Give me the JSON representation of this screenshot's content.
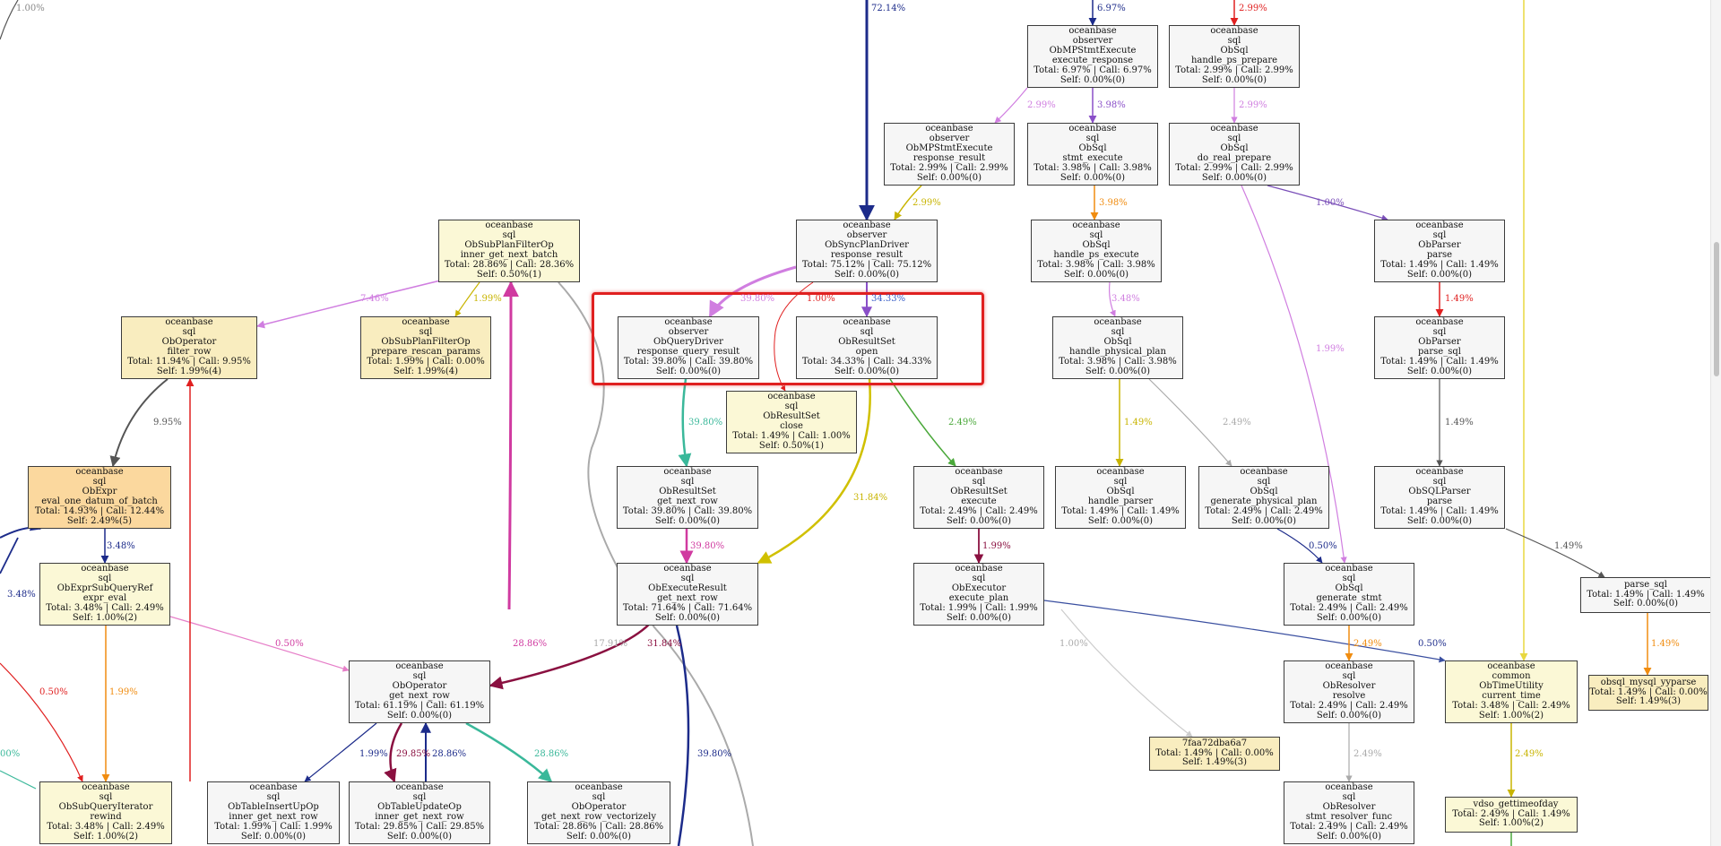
{
  "colors": {
    "highlight": "#e02020",
    "node_border": "#3c3c3c",
    "node_fill_default": "#f6f6f6",
    "node_fill_pale_yellow": "#fbf8d6",
    "node_fill_yellow": "#f9edbf",
    "node_fill_orange": "#fbd89e"
  },
  "nodes": [
    {
      "id": "n_mpstmt_exec_resp",
      "lines": [
        "oceanbase",
        "observer",
        "ObMPStmtExecute",
        "execute_response",
        "Total: 6.97% | Call: 6.97%",
        "Self: 0.00%(0)"
      ],
      "fill": "gray"
    },
    {
      "id": "n_handle_ps_prepare",
      "lines": [
        "oceanbase",
        "sql",
        "ObSql",
        "handle_ps_prepare",
        "Total: 2.99% | Call: 2.99%",
        "Self: 0.00%(0)"
      ],
      "fill": "gray"
    },
    {
      "id": "n_mpstmt_resp_result",
      "lines": [
        "oceanbase",
        "observer",
        "ObMPStmtExecute",
        "response_result",
        "Total: 2.99% | Call: 2.99%",
        "Self: 0.00%(0)"
      ],
      "fill": "gray"
    },
    {
      "id": "n_stmt_execute",
      "lines": [
        "oceanbase",
        "sql",
        "ObSql",
        "stmt_execute",
        "Total: 3.98% | Call: 3.98%",
        "Self: 0.00%(0)"
      ],
      "fill": "gray"
    },
    {
      "id": "n_do_real_prepare",
      "lines": [
        "oceanbase",
        "sql",
        "ObSql",
        "do_real_prepare",
        "Total: 2.99% | Call: 2.99%",
        "Self: 0.00%(0)"
      ],
      "fill": "gray"
    },
    {
      "id": "n_subplan_inner",
      "lines": [
        "oceanbase",
        "sql",
        "ObSubPlanFilterOp",
        "inner_get_next_batch",
        "Total: 28.86% | Call: 28.36%",
        "Self: 0.50%(1)"
      ],
      "fill": "pale"
    },
    {
      "id": "n_sync_plan_driver",
      "lines": [
        "oceanbase",
        "observer",
        "ObSyncPlanDriver",
        "response_result",
        "Total: 75.12% | Call: 75.12%",
        "Self: 0.00%(0)"
      ],
      "fill": "gray"
    },
    {
      "id": "n_handle_ps_execute",
      "lines": [
        "oceanbase",
        "sql",
        "ObSql",
        "handle_ps_execute",
        "Total: 3.98% | Call: 3.98%",
        "Self: 0.00%(0)"
      ],
      "fill": "gray"
    },
    {
      "id": "n_obparser_parse",
      "lines": [
        "oceanbase",
        "sql",
        "ObParser",
        "parse",
        "Total: 1.49% | Call: 1.49%",
        "Self: 0.00%(0)"
      ],
      "fill": "gray"
    },
    {
      "id": "n_filter_row",
      "lines": [
        "oceanbase",
        "sql",
        "ObOperator",
        "filter_row",
        "Total: 11.94% | Call: 9.95%",
        "Self: 1.99%(4)"
      ],
      "fill": "yellow"
    },
    {
      "id": "n_prepare_rescan",
      "lines": [
        "oceanbase",
        "sql",
        "ObSubPlanFilterOp",
        "prepare_rescan_params",
        "Total: 1.99% | Call: 0.00%",
        "Self: 1.99%(4)"
      ],
      "fill": "yellow"
    },
    {
      "id": "n_query_driver",
      "lines": [
        "oceanbase",
        "observer",
        "ObQueryDriver",
        "response_query_result",
        "Total: 39.80% | Call: 39.80%",
        "Self: 0.00%(0)"
      ],
      "fill": "gray"
    },
    {
      "id": "n_resultset_open",
      "lines": [
        "oceanbase",
        "sql",
        "ObResultSet",
        "open",
        "Total: 34.33% | Call: 34.33%",
        "Self: 0.00%(0)"
      ],
      "fill": "gray"
    },
    {
      "id": "n_handle_physical_plan",
      "lines": [
        "oceanbase",
        "sql",
        "ObSql",
        "handle_physical_plan",
        "Total: 3.98% | Call: 3.98%",
        "Self: 0.00%(0)"
      ],
      "fill": "gray"
    },
    {
      "id": "n_parse_sql",
      "lines": [
        "oceanbase",
        "sql",
        "ObParser",
        "parse_sql",
        "Total: 1.49% | Call: 1.49%",
        "Self: 0.00%(0)"
      ],
      "fill": "gray"
    },
    {
      "id": "n_resultset_close",
      "lines": [
        "oceanbase",
        "sql",
        "ObResultSet",
        "close",
        "Total: 1.49% | Call: 1.00%",
        "Self: 0.50%(1)"
      ],
      "fill": "pale"
    },
    {
      "id": "n_eval_one_datum",
      "lines": [
        "oceanbase",
        "sql",
        "ObExpr",
        "eval_one_datum_of_batch",
        "Total: 14.93% | Call: 12.44%",
        "Self: 2.49%(5)"
      ],
      "fill": "orange"
    },
    {
      "id": "n_rs_get_next_row",
      "lines": [
        "oceanbase",
        "sql",
        "ObResultSet",
        "get_next_row",
        "Total: 39.80% | Call: 39.80%",
        "Self: 0.00%(0)"
      ],
      "fill": "gray"
    },
    {
      "id": "n_rs_execute",
      "lines": [
        "oceanbase",
        "sql",
        "ObResultSet",
        "execute",
        "Total: 2.49% | Call: 2.49%",
        "Self: 0.00%(0)"
      ],
      "fill": "gray"
    },
    {
      "id": "n_handle_parser",
      "lines": [
        "oceanbase",
        "sql",
        "ObSql",
        "handle_parser",
        "Total: 1.49% | Call: 1.49%",
        "Self: 0.00%(0)"
      ],
      "fill": "gray"
    },
    {
      "id": "n_gen_physical_plan",
      "lines": [
        "oceanbase",
        "sql",
        "ObSql",
        "generate_physical_plan",
        "Total: 2.49% | Call: 2.49%",
        "Self: 0.00%(0)"
      ],
      "fill": "gray"
    },
    {
      "id": "n_obsqlparser_parse",
      "lines": [
        "oceanbase",
        "sql",
        "ObSQLParser",
        "parse",
        "Total: 1.49% | Call: 1.49%",
        "Self: 0.00%(0)"
      ],
      "fill": "gray"
    },
    {
      "id": "n_subquery_ref",
      "lines": [
        "oceanbase",
        "sql",
        "ObExprSubQueryRef",
        "expr_eval",
        "Total: 3.48% | Call: 2.49%",
        "Self: 1.00%(2)"
      ],
      "fill": "pale"
    },
    {
      "id": "n_exec_result_next",
      "lines": [
        "oceanbase",
        "sql",
        "ObExecuteResult",
        "get_next_row",
        "Total: 71.64% | Call: 71.64%",
        "Self: 0.00%(0)"
      ],
      "fill": "gray"
    },
    {
      "id": "n_execute_plan",
      "lines": [
        "oceanbase",
        "sql",
        "ObExecutor",
        "execute_plan",
        "Total: 1.99% | Call: 1.99%",
        "Self: 0.00%(0)"
      ],
      "fill": "gray"
    },
    {
      "id": "n_generate_stmt",
      "lines": [
        "oceanbase",
        "sql",
        "ObSql",
        "generate_stmt",
        "Total: 2.49% | Call: 2.49%",
        "Self: 0.00%(0)"
      ],
      "fill": "gray"
    },
    {
      "id": "n_parse_sql_2",
      "lines": [
        "parse_sql",
        "Total: 1.49% | Call: 1.49%",
        "Self: 0.00%(0)"
      ],
      "fill": "gray"
    },
    {
      "id": "n_op_get_next_row",
      "lines": [
        "oceanbase",
        "sql",
        "ObOperator",
        "get_next_row",
        "Total: 61.19% | Call: 61.19%",
        "Self: 0.00%(0)"
      ],
      "fill": "gray"
    },
    {
      "id": "n_resolver_resolve",
      "lines": [
        "oceanbase",
        "sql",
        "ObResolver",
        "resolve",
        "Total: 2.49% | Call: 2.49%",
        "Self: 0.00%(0)"
      ],
      "fill": "gray"
    },
    {
      "id": "n_time_utility",
      "lines": [
        "oceanbase",
        "common",
        "ObTimeUtility",
        "current_time",
        "Total: 3.48% | Call: 2.49%",
        "Self: 1.00%(2)"
      ],
      "fill": "pale"
    },
    {
      "id": "n_yyparse",
      "lines": [
        "obsql_mysql_yyparse",
        "Total: 1.49% | Call: 0.00%",
        "Self: 1.49%(3)"
      ],
      "fill": "yellow"
    },
    {
      "id": "n_7faa",
      "lines": [
        "7faa72dba6a7",
        "Total: 1.49% | Call: 0.00%",
        "Self: 1.49%(3)"
      ],
      "fill": "yellow"
    },
    {
      "id": "n_subquery_iter",
      "lines": [
        "oceanbase",
        "sql",
        "ObSubQueryIterator",
        "rewind",
        "Total: 3.48% | Call: 2.49%",
        "Self: 1.00%(2)"
      ],
      "fill": "pale"
    },
    {
      "id": "n_table_insert_up",
      "lines": [
        "oceanbase",
        "sql",
        "ObTableInsertUpOp",
        "inner_get_next_row",
        "Total: 1.99% | Call: 1.99%",
        "Self: 0.00%(0)"
      ],
      "fill": "gray"
    },
    {
      "id": "n_table_update",
      "lines": [
        "oceanbase",
        "sql",
        "ObTableUpdateOp",
        "inner_get_next_row",
        "Total: 29.85% | Call: 29.85%",
        "Self: 0.00%(0)"
      ],
      "fill": "gray"
    },
    {
      "id": "n_vectorizely",
      "lines": [
        "oceanbase",
        "sql",
        "ObOperator",
        "get_next_row_vectorizely",
        "Total: 28.86% | Call: 28.86%",
        "Self: 0.00%(0)"
      ],
      "fill": "gray"
    },
    {
      "id": "n_stmt_resolver_func",
      "lines": [
        "oceanbase",
        "sql",
        "ObResolver",
        "stmt_resolver_func",
        "Total: 2.49% | Call: 2.49%",
        "Self: 0.00%(0)"
      ],
      "fill": "gray"
    },
    {
      "id": "n_vdso",
      "lines": [
        "__vdso_gettimeofday",
        "Total: 2.49% | Call: 1.49%",
        "Self: 1.00%(2)"
      ],
      "fill": "pale"
    }
  ],
  "edge_labels": [
    {
      "id": "e_1_00",
      "text": "1.00%",
      "color": "#888888"
    },
    {
      "id": "e_72_14",
      "text": "72.14%",
      "color": "#1c2b8a"
    },
    {
      "id": "e_6_97",
      "text": "6.97%",
      "color": "#1c2b8a"
    },
    {
      "id": "e_2_99_a",
      "text": "2.99%",
      "color": "#e02020"
    },
    {
      "id": "e_2_99_b",
      "text": "2.99%",
      "color": "#d07ee0"
    },
    {
      "id": "e_3_98_a",
      "text": "3.98%",
      "color": "#8a4fc8"
    },
    {
      "id": "e_2_99_c",
      "text": "2.99%",
      "color": "#d07ee0"
    },
    {
      "id": "e_2_99_d",
      "text": "2.99%",
      "color": "#c8b400"
    },
    {
      "id": "e_3_98_b",
      "text": "3.98%",
      "color": "#f08c10"
    },
    {
      "id": "e_1_00_b",
      "text": "1.00%",
      "color": "#7a4fb8"
    },
    {
      "id": "e_7_46",
      "text": "7.46%",
      "color": "#d07ee0"
    },
    {
      "id": "e_1_99_a",
      "text": "1.99%",
      "color": "#c8b400"
    },
    {
      "id": "e_39_80_a",
      "text": "39.80%",
      "color": "#d07ee0"
    },
    {
      "id": "e_1_00_c",
      "text": "1.00%",
      "color": "#e02020"
    },
    {
      "id": "e_34_33",
      "text": "34.33%",
      "color": "#3a5fc8"
    },
    {
      "id": "e_3_48_a",
      "text": "3.48%",
      "color": "#d07ee0"
    },
    {
      "id": "e_1_49_a",
      "text": "1.49%",
      "color": "#e02020"
    },
    {
      "id": "e_9_95",
      "text": "9.95%",
      "color": "#555555"
    },
    {
      "id": "e_39_80_b",
      "text": "39.80%",
      "color": "#3ab89a"
    },
    {
      "id": "e_2_49_a",
      "text": "2.49%",
      "color": "#4aa83a"
    },
    {
      "id": "e_1_49_b",
      "text": "1.49%",
      "color": "#c8b400"
    },
    {
      "id": "e_2_49_b",
      "text": "2.49%",
      "color": "#aaaaaa"
    },
    {
      "id": "e_1_99_b",
      "text": "1.99%",
      "color": "#d07ee0"
    },
    {
      "id": "e_1_49_c",
      "text": "1.49%",
      "color": "#555555"
    },
    {
      "id": "e_31_84_a",
      "text": "31.84%",
      "color": "#c8b400"
    },
    {
      "id": "e_3_48_b",
      "text": "3.48%",
      "color": "#1c2b8a"
    },
    {
      "id": "e_3_48_c",
      "text": "3.48%",
      "color": "#1c2b8a"
    },
    {
      "id": "e_39_80_c",
      "text": "39.80%",
      "color": "#d03aa0"
    },
    {
      "id": "e_1_99_c",
      "text": "1.99%",
      "color": "#8a1040"
    },
    {
      "id": "e_0_50_a",
      "text": "0.50%",
      "color": "#1c2b8a"
    },
    {
      "id": "e_1_49_d",
      "text": "1.49%",
      "color": "#555555"
    },
    {
      "id": "e_0_50_b",
      "text": "0.50%",
      "color": "#d03aa0"
    },
    {
      "id": "e_28_86_a",
      "text": "28.86%",
      "color": "#d03aa0"
    },
    {
      "id": "e_17_91",
      "text": "17.91%",
      "color": "#aaaaaa"
    },
    {
      "id": "e_31_84_b",
      "text": "31.84%",
      "color": "#8a1040"
    },
    {
      "id": "e_1_00_d",
      "text": "1.00%",
      "color": "#aaaaaa"
    },
    {
      "id": "e_2_49_c",
      "text": "2.49%",
      "color": "#f08c10"
    },
    {
      "id": "e_0_50_c",
      "text": "0.50%",
      "color": "#1c2b8a"
    },
    {
      "id": "e_1_49_e",
      "text": "1.49%",
      "color": "#f08c10"
    },
    {
      "id": "e_0_50_d",
      "text": "0.50%",
      "color": "#e02020"
    },
    {
      "id": "e_1_99_d",
      "text": "1.99%",
      "color": "#f08c10"
    },
    {
      "id": "e_00",
      "text": "00%",
      "color": "#3ab89a"
    },
    {
      "id": "e_1_99_e",
      "text": "1.99%",
      "color": "#1c2b8a"
    },
    {
      "id": "e_29_85",
      "text": "29.85%",
      "color": "#8a1040"
    },
    {
      "id": "e_28_86_b",
      "text": "28.86%",
      "color": "#1c2b8a"
    },
    {
      "id": "e_28_86_c",
      "text": "28.86%",
      "color": "#3ab89a"
    },
    {
      "id": "e_39_80_d",
      "text": "39.80%",
      "color": "#1c2b8a"
    },
    {
      "id": "e_2_49_d",
      "text": "2.49%",
      "color": "#aaaaaa"
    },
    {
      "id": "e_2_49_e",
      "text": "2.49%",
      "color": "#c8b400"
    }
  ]
}
